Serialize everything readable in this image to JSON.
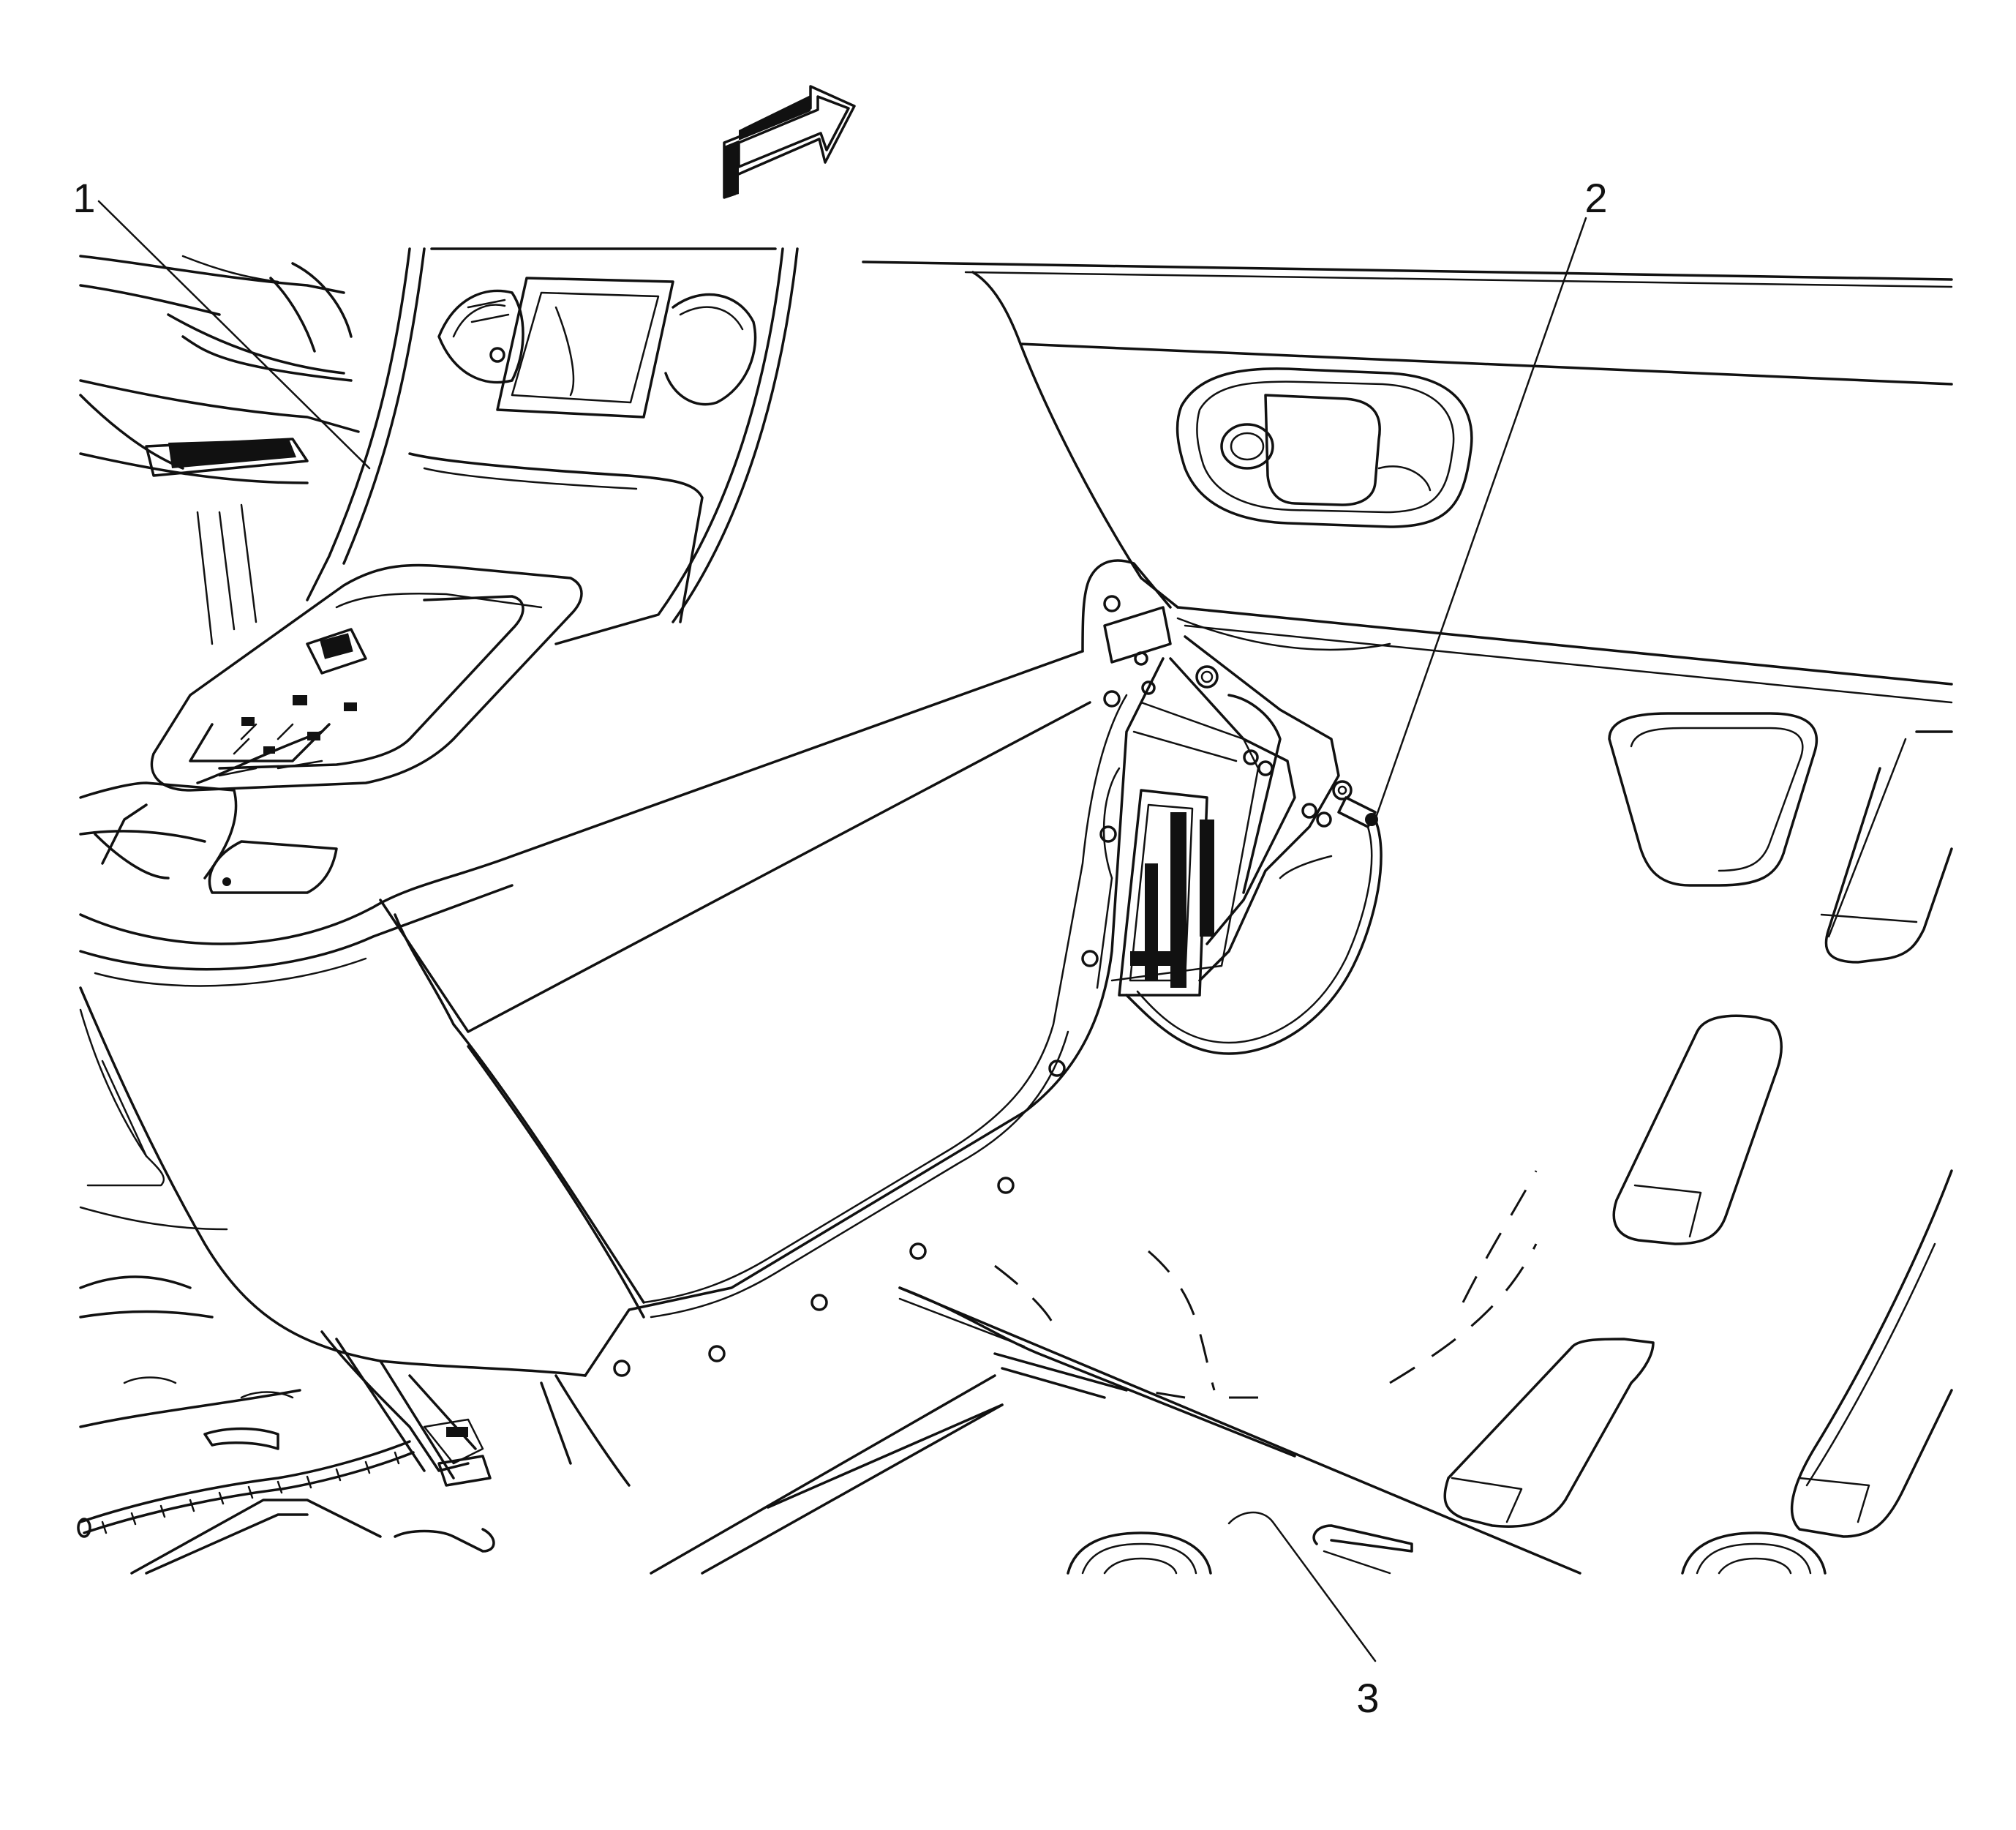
{
  "diagram": {
    "callouts": [
      {
        "id": "1",
        "label": "1"
      },
      {
        "id": "2",
        "label": "2"
      },
      {
        "id": "3",
        "label": "3"
      }
    ],
    "direction_arrow": "forward-arrow-icon"
  }
}
